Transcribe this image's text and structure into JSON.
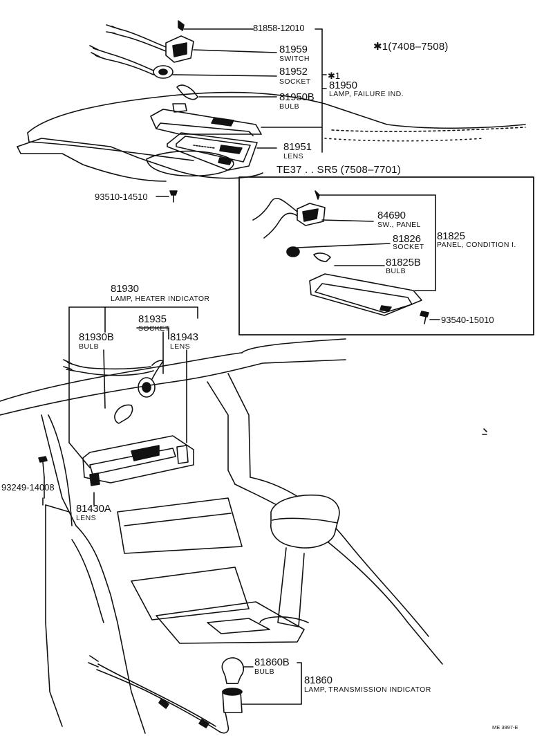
{
  "header_note": "✱1(7408–7508)",
  "inset_header": "TE37 . . SR5 (7508–7701)",
  "failure_group": {
    "screw_pn": "81858-12010",
    "switch_pn": "81959",
    "switch_nm": "SWITCH",
    "socket_pn": "81952",
    "socket_nm": "SOCKET",
    "star_mark": "✱1",
    "lamp_pn": "81950",
    "lamp_nm": "LAMP, FAILURE IND.",
    "bulb_pn": "81950B",
    "bulb_nm": "BULB",
    "lens_pn": "81951",
    "lens_nm": "LENS"
  },
  "screw_93510": "93510-14510",
  "inset": {
    "sw_pn": "84690",
    "sw_nm": "SW., PANEL",
    "socket_pn": "81826",
    "socket_nm": "SOCKET",
    "panel_pn": "81825",
    "panel_nm": "PANEL, CONDITION I.",
    "bulb_pn": "81825B",
    "bulb_nm": "BULB",
    "screw_pn": "93540-15010"
  },
  "heater_group": {
    "lamp_pn": "81930",
    "lamp_nm": "LAMP, HEATER INDICATOR",
    "socket_pn": "81935",
    "socket_nm": "SOCKET",
    "bulb_pn": "81930B",
    "bulb_nm": "BULB",
    "lens_pn": "81943",
    "lens_nm": "LENS"
  },
  "screw_93249": "93249-14008",
  "lens_81430A": {
    "pn": "81430A",
    "nm": "LENS"
  },
  "trans_group": {
    "bulb_pn": "81860B",
    "bulb_nm": "BULB",
    "lamp_pn": "81860",
    "lamp_nm": "LAMP, TRANSMISSION INDICATOR"
  },
  "ref_code": "ME 3997-E"
}
